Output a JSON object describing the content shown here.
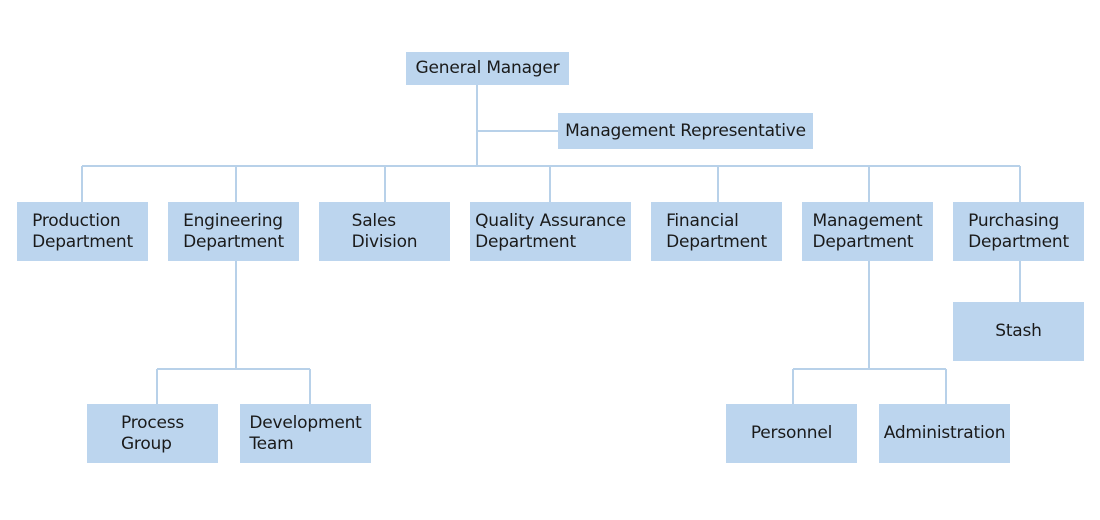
{
  "org_chart": {
    "top": {
      "general_manager": "General Manager",
      "management_representative": "Management Representative"
    },
    "departments": {
      "production": "Production\nDepartment",
      "engineering": "Engineering\nDepartment",
      "sales": "Sales\nDivision",
      "quality": "Quality Assurance\nDepartment",
      "financial": "Financial\nDepartment",
      "management": "Management\nDepartment",
      "purchasing": "Purchasing\nDepartment"
    },
    "sub_units": {
      "process_group": "Process\nGroup",
      "development_team": "Development\nTeam",
      "personnel": "Personnel",
      "administration": "Administration",
      "stash": "Stash"
    }
  },
  "colors": {
    "box_fill": "#bcd5ee",
    "connector": "#b8d1e9",
    "text": "#1a1a1a"
  }
}
